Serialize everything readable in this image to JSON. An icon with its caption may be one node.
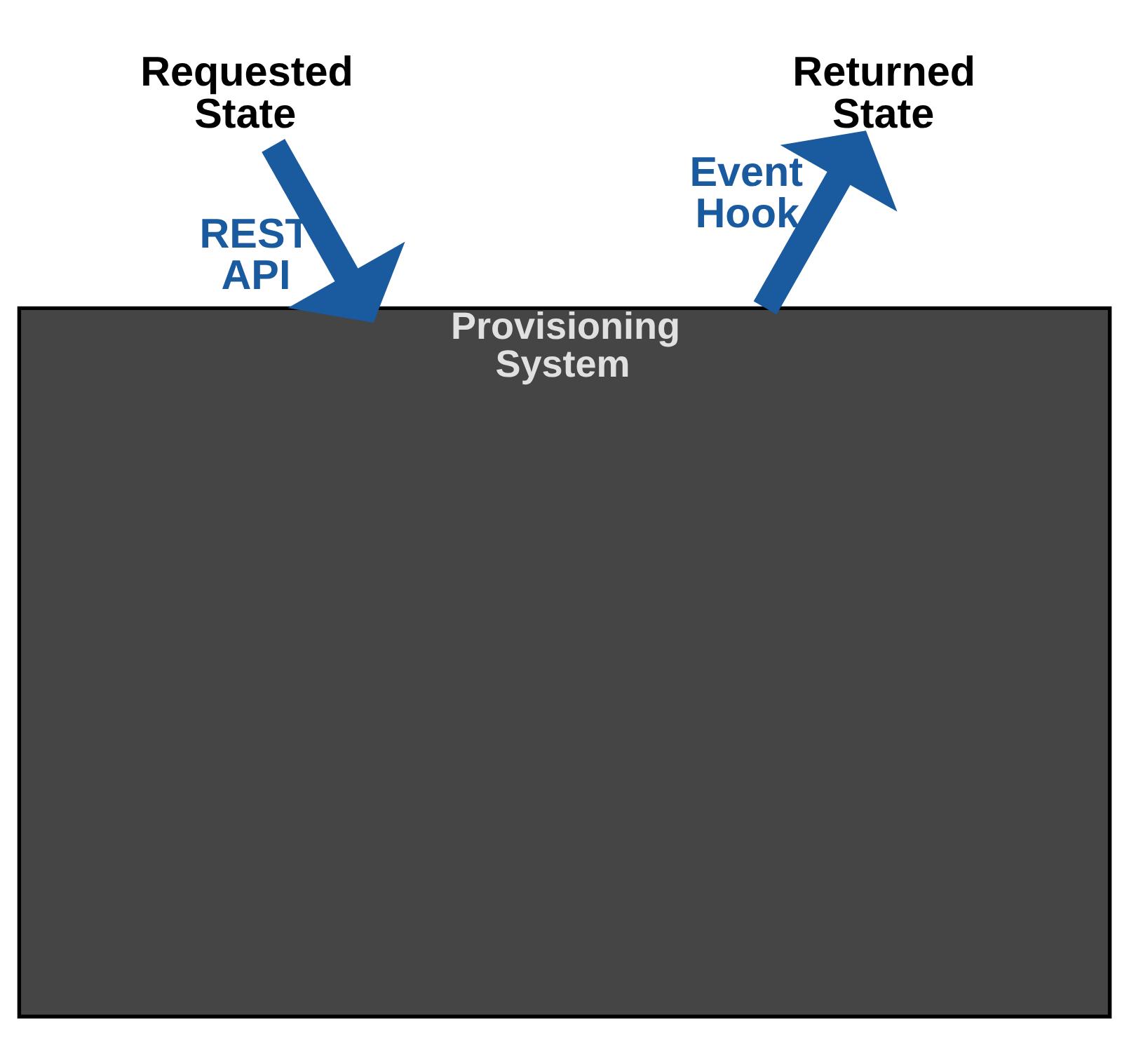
{
  "diagram": {
    "nodes": [
      {
        "text": [
          "Requested State"
        ]
      },
      {
        "text": [
          "Provisioning System"
        ]
      },
      {
        "text": [
          "Returned State"
        ]
      }
    ],
    "edges": [
      {
        "from": 0,
        "to": 1,
        "arrow": "to",
        "label": "REST API"
      },
      {
        "from": 1,
        "to": 2,
        "arrow": "to",
        "label": "Event Hook"
      }
    ]
  }
}
